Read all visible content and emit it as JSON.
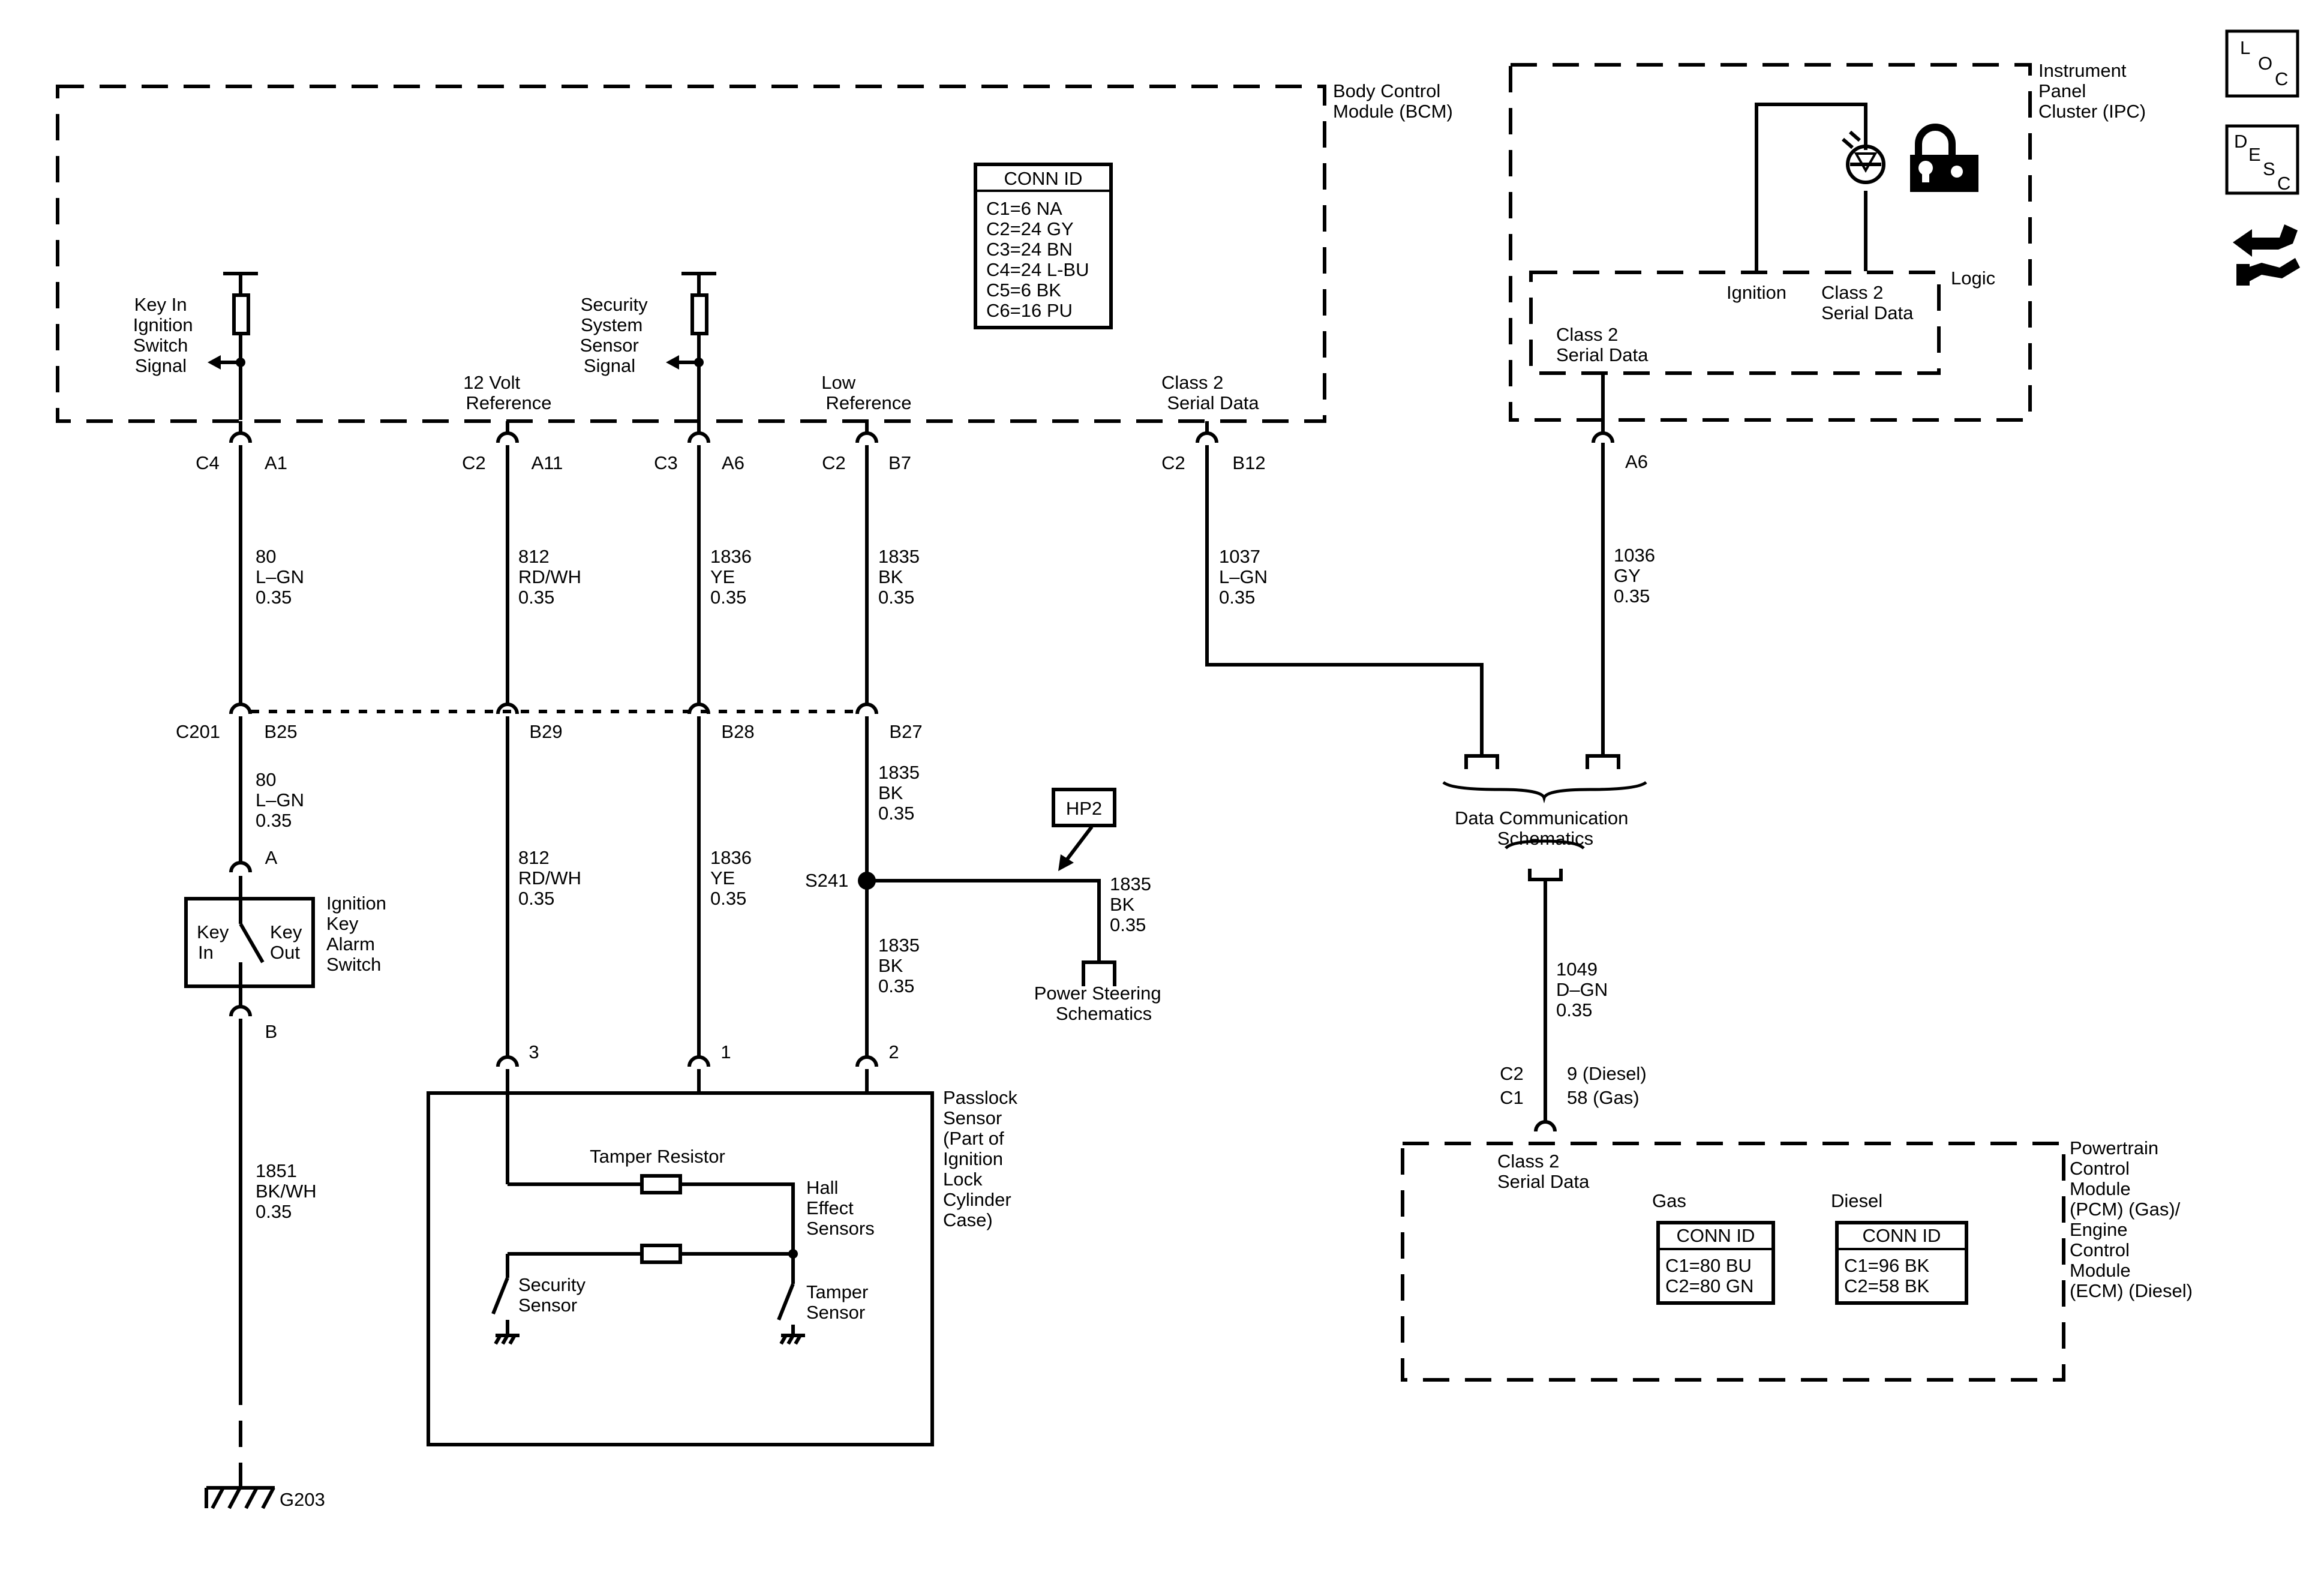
{
  "bcm": {
    "title": [
      "Body Control",
      "Module (BCM)"
    ],
    "conn_id": {
      "header": "CONN ID",
      "rows": [
        "C1=6 NA",
        "C2=24 GY",
        "C3=24 BN",
        "C4=24 L-BU",
        "C5=6 BK",
        "C6=16 PU"
      ]
    },
    "key_in_signal": [
      "Key In",
      "Ignition",
      "Switch",
      "Signal"
    ],
    "security_signal": [
      "Security",
      "System",
      "Sensor",
      "Signal"
    ],
    "ref_12v": [
      "12 Volt",
      "Reference"
    ],
    "low_ref": [
      "Low",
      "Reference"
    ],
    "class2": [
      "Class 2",
      "Serial Data"
    ],
    "pins": [
      {
        "conn": "C4",
        "pin": "A1"
      },
      {
        "conn": "C2",
        "pin": "A11"
      },
      {
        "conn": "C3",
        "pin": "A6"
      },
      {
        "conn": "C2",
        "pin": "B7"
      },
      {
        "conn": "C2",
        "pin": "B12"
      }
    ]
  },
  "ipc": {
    "title": [
      "Instrument",
      "Panel",
      "Cluster (IPC)"
    ],
    "logic": "Logic",
    "ignition": "Ignition",
    "class2_inner": [
      "Class 2",
      "Serial Data"
    ],
    "class2_outer": [
      "Class 2",
      "Serial Data"
    ],
    "pin": "A6"
  },
  "icons": {
    "loc": [
      "L",
      "O",
      "C"
    ],
    "desc": [
      "D",
      "E",
      "S",
      "C"
    ]
  },
  "wires": {
    "w80_top": [
      "80",
      "L–GN",
      "0.35"
    ],
    "w812_top": [
      "812",
      "RD/WH",
      "0.35"
    ],
    "w1836_top": [
      "1836",
      "YE",
      "0.35"
    ],
    "w1835_top": [
      "1835",
      "BK",
      "0.35"
    ],
    "w1037": [
      "1037",
      "L–GN",
      "0.35"
    ],
    "w1036": [
      "1036",
      "GY",
      "0.35"
    ],
    "w80_mid": [
      "80",
      "L–GN",
      "0.35"
    ],
    "w1835_mid": [
      "1835",
      "BK",
      "0.35"
    ],
    "w812_mid": [
      "812",
      "RD/WH",
      "0.35"
    ],
    "w1836_mid": [
      "1836",
      "YE",
      "0.35"
    ],
    "w1835_low": [
      "1835",
      "BK",
      "0.35"
    ],
    "w1835_hp2": [
      "1835",
      "BK",
      "0.35"
    ],
    "w1851": [
      "1851",
      "BK/WH",
      "0.35"
    ],
    "w1049": [
      "1049",
      "D–GN",
      "0.35"
    ]
  },
  "c201": {
    "name": "C201",
    "pins": [
      "B25",
      "B29",
      "B28",
      "B27"
    ]
  },
  "switch": {
    "pin_a": "A",
    "pin_b": "B",
    "key_in": [
      "Key",
      "In"
    ],
    "key_out": [
      "Key",
      "Out"
    ],
    "title": [
      "Ignition",
      "Key",
      "Alarm",
      "Switch"
    ]
  },
  "splice": "S241",
  "hp2": "HP2",
  "power_steering": [
    "Power Steering",
    "Schematics"
  ],
  "data_comm": [
    "Data Communication",
    "Schematics"
  ],
  "ground": "G203",
  "passlock": {
    "pins": [
      "3",
      "1",
      "2"
    ],
    "title": [
      "Passlock",
      "Sensor",
      "(Part of",
      "Ignition",
      "Lock",
      "Cylinder",
      "Case)"
    ],
    "tamper_resistor": "Tamper Resistor",
    "hall": [
      "Hall",
      "Effect",
      "Sensors"
    ],
    "security_sensor": [
      "Security",
      "Sensor"
    ],
    "tamper_sensor": [
      "Tamper",
      "Sensor"
    ]
  },
  "pcm": {
    "c2": "C2",
    "c1": "C1",
    "pin_diesel": "9 (Diesel)",
    "pin_gas": "58 (Gas)",
    "class2": [
      "Class 2",
      "Serial Data"
    ],
    "title": [
      "Powertrain",
      "Control",
      "Module",
      "(PCM) (Gas)/",
      "Engine",
      "Control",
      "Module",
      "(ECM) (Diesel)"
    ],
    "gas": {
      "label": "Gas",
      "header": "CONN ID",
      "rows": [
        "C1=80 BU",
        "C2=80 GN"
      ]
    },
    "diesel": {
      "label": "Diesel",
      "header": "CONN ID",
      "rows": [
        "C1=96 BK",
        "C2=58 BK"
      ]
    }
  }
}
